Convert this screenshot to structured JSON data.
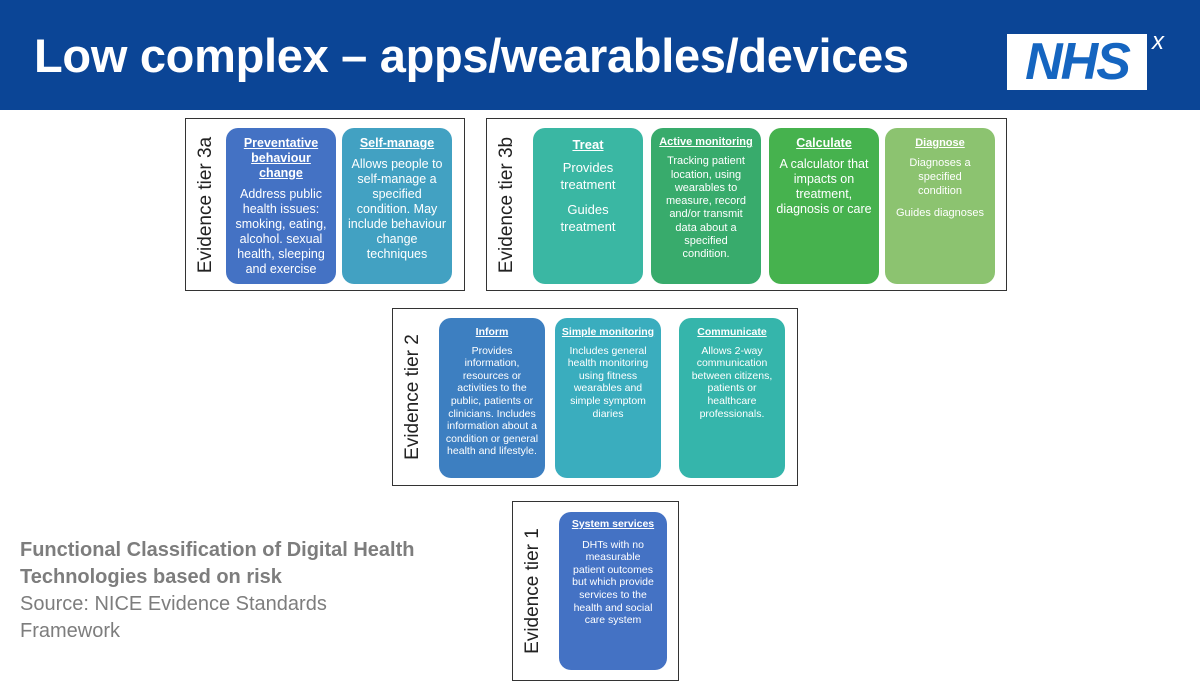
{
  "header": {
    "title": "Low complex – apps/wearables/devices",
    "logo_text": "NHS",
    "logo_sup": "x"
  },
  "tiers": {
    "t3a": {
      "label": "Evidence tier 3a",
      "cards": [
        {
          "title": "Preventative behaviour change",
          "body": "Address public health issues: smoking, eating, alcohol. sexual health, sleeping and exercise"
        },
        {
          "title": "Self-manage",
          "body": "Allows people to self-manage a specified condition. May include behaviour change techniques"
        }
      ]
    },
    "t3b": {
      "label": "Evidence tier 3b",
      "cards": [
        {
          "title": "Treat",
          "body": "Provides treatment",
          "body2": "Guides treatment"
        },
        {
          "title": "Active monitoring",
          "body": "Tracking patient location, using wearables to measure, record and/or transmit data about a specified condition."
        },
        {
          "title": "Calculate",
          "body": "A calculator that impacts on treatment, diagnosis or care"
        },
        {
          "title": "Diagnose",
          "body": "Diagnoses a specified condition",
          "body2": "Guides diagnoses"
        }
      ]
    },
    "t2": {
      "label": "Evidence tier 2",
      "cards": [
        {
          "title": "Inform",
          "body": "Provides information, resources or activities to the public, patients or clinicians. Includes information about a condition or general health and lifestyle."
        },
        {
          "title": "Simple monitoring",
          "body": "Includes general health monitoring using fitness wearables and simple symptom diaries"
        },
        {
          "title": "Communicate",
          "body": "Allows 2-way communication between citizens, patients or healthcare professionals."
        }
      ]
    },
    "t1": {
      "label": "Evidence tier 1",
      "cards": [
        {
          "title": "System services",
          "body": "DHTs with no measurable patient outcomes but which provide services to the health and social care system"
        }
      ]
    }
  },
  "caption": {
    "bold": "Functional Classification of Digital Health Technologies based on risk",
    "plain": "Source: NICE Evidence Standards Framework"
  },
  "colors": {
    "header_bg": "#0b4596",
    "preventative": "#4472c4",
    "self_manage": "#42a1c2",
    "treat": "#3ab7a3",
    "active_monitoring": "#38ab6c",
    "calculate": "#46b24e",
    "diagnose": "#8cc370",
    "inform": "#3d7fc1",
    "simple_monitoring": "#3aadbe",
    "communicate": "#35b5ab",
    "system_services": "#4472c4"
  }
}
